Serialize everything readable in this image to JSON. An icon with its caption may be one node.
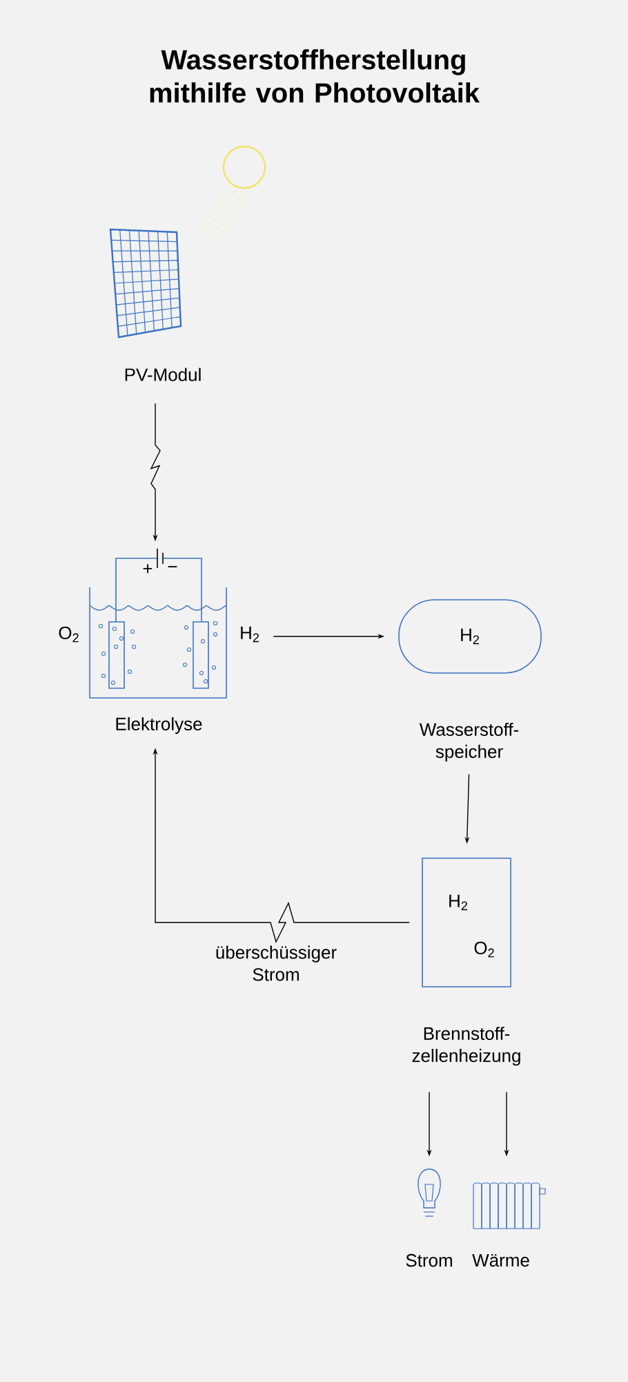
{
  "diagram": {
    "title": "Wasserstoffherstellung mithilfe von Photovoltaik",
    "nodes": [
      {
        "text": [
          "PV-Modul"
        ]
      },
      {
        "text": [
          "Elektrolyse"
        ],
        "beside": [
          "O$_{2}$",
          "H$_{2}$"
        ]
      },
      {
        "text": [
          "H$_{2}$"
        ],
        "beside": [
          "Wasserstoff- speicher"
        ]
      },
      {
        "text": [
          "H$_{2}$",
          "O$_{2}$"
        ],
        "beside": [
          "Brennstoff- zellenheizung"
        ]
      },
      {
        "text": [
          "Strom"
        ]
      },
      {
        "text": [
          "Wärme"
        ]
      }
    ],
    "edges": [
      {
        "from": 0,
        "to": 1,
        "arrow": "to"
      },
      {
        "from": 1,
        "to": 2,
        "arrow": "to"
      },
      {
        "from": 2,
        "to": 3,
        "arrow": "to"
      },
      {
        "from": 3,
        "to": 1,
        "arrow": "to",
        "label": "überschüssiger Strom"
      },
      {
        "from": 3,
        "to": 4,
        "arrow": "to"
      },
      {
        "from": 3,
        "to": 5,
        "arrow": "to"
      }
    ],
    "labels": [
      "+",
      "−"
    ]
  }
}
